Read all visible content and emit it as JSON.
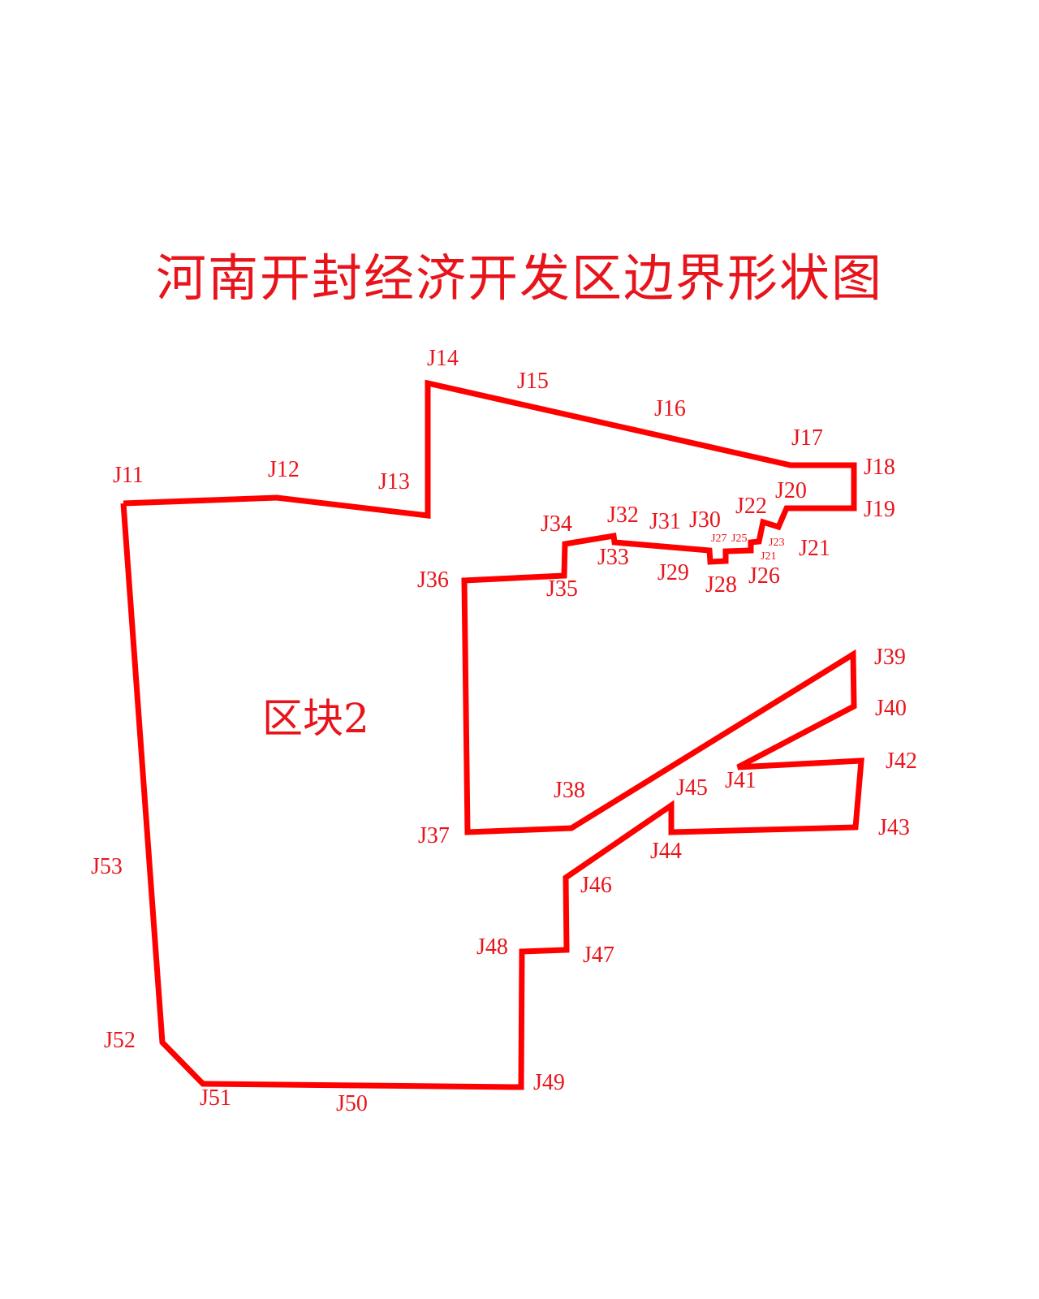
{
  "title": "河南开封经济开发区边界形状图",
  "block_label": "区块2",
  "colors": {
    "line": "#ff0000",
    "text": "#e8141b",
    "background": "#ffffff"
  },
  "point_labels": [
    "J11",
    "J12",
    "J13",
    "J14",
    "J15",
    "J16",
    "J17",
    "J18",
    "J19",
    "J20",
    "J21",
    "J22",
    "J21",
    "J23",
    "J25",
    "J26",
    "J27",
    "J28",
    "J29",
    "J30",
    "J31",
    "J32",
    "J33",
    "J34",
    "J35",
    "J36",
    "J37",
    "J38",
    "J39",
    "J40",
    "J41",
    "J42",
    "J43",
    "J44",
    "J45",
    "J46",
    "J47",
    "J48",
    "J49",
    "J50",
    "J51",
    "J52",
    "J53"
  ]
}
